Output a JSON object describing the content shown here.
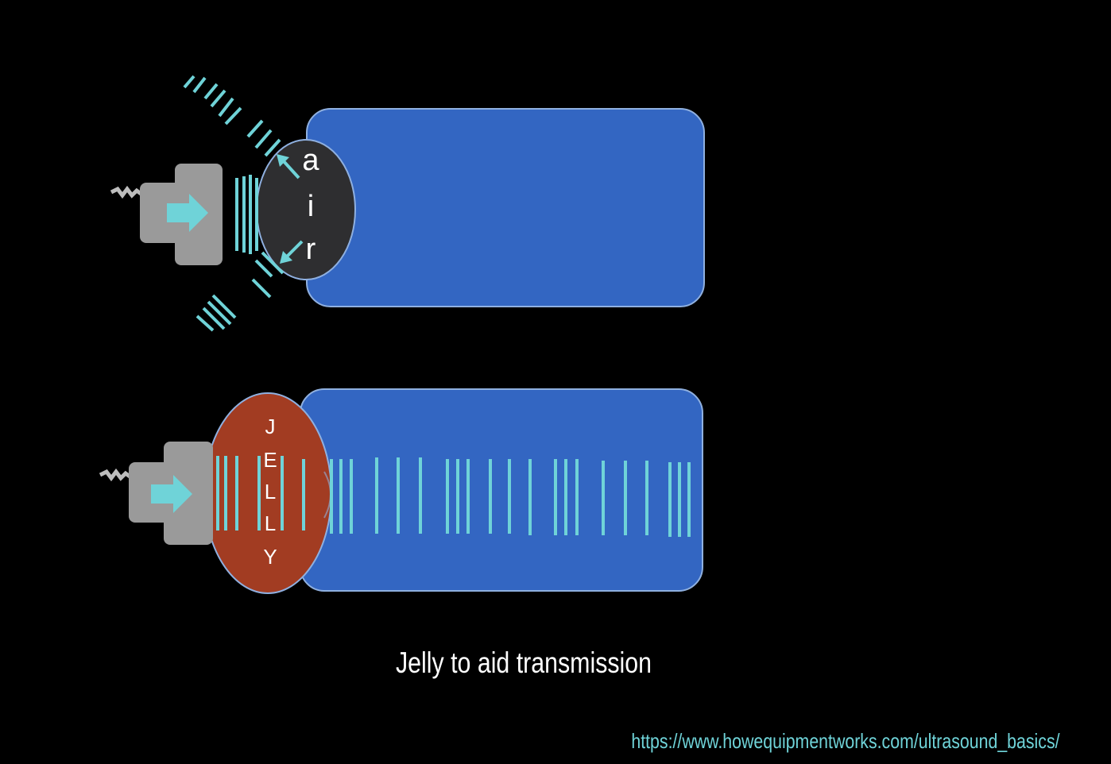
{
  "diagram": {
    "top_panel": {
      "gap_letters": [
        "a",
        "i",
        "r"
      ]
    },
    "bottom_panel": {
      "gap_letters": [
        "J",
        "E",
        "L",
        "L",
        "Y"
      ]
    }
  },
  "caption": "Jelly to aid transmission",
  "source_url": "https://www.howequipmentworks.com/ultrasound_basics/",
  "colors": {
    "background": "#000000",
    "tissue_blue": "#3366c2",
    "tissue_border": "#8fb0e0",
    "air_gap": "#2e2e30",
    "jelly": "#a23c22",
    "probe_gray": "#9a9a9a",
    "wave_teal": "#6fd3d8",
    "text_white": "#ffffff"
  },
  "icons": [
    "transducer-probe-icon",
    "arrow-right-icon",
    "cable-icon"
  ]
}
